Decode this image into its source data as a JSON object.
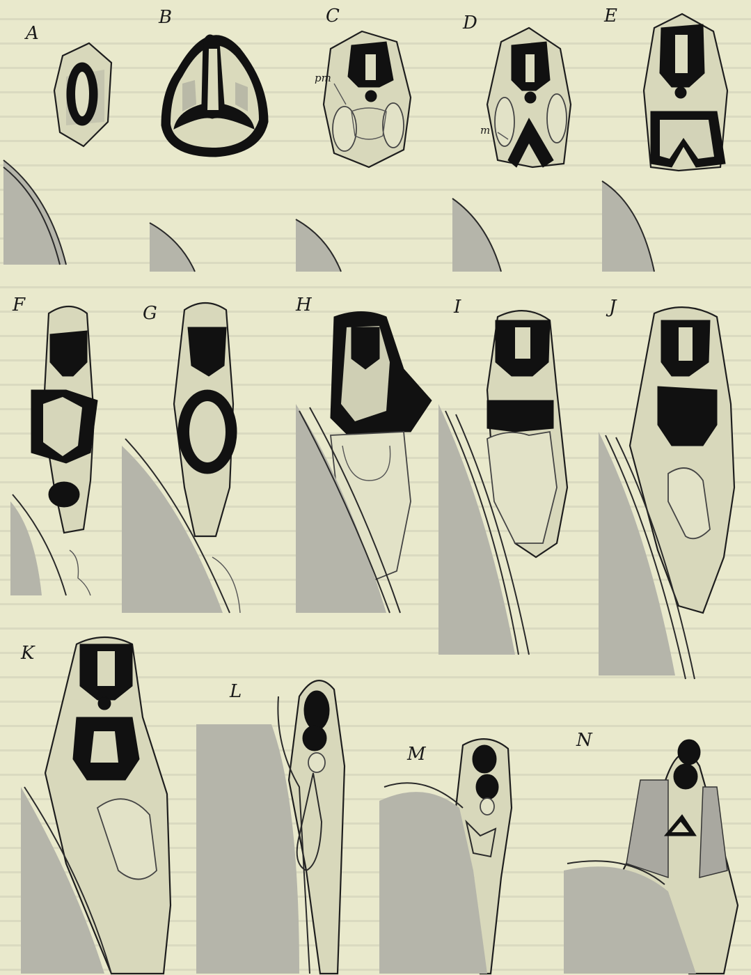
{
  "plate": {
    "figure_labels": [
      "A",
      "B",
      "C",
      "D",
      "E",
      "F",
      "G",
      "H",
      "I",
      "J",
      "K",
      "L",
      "M",
      "N"
    ],
    "annotations": [
      "pm",
      "m"
    ]
  }
}
